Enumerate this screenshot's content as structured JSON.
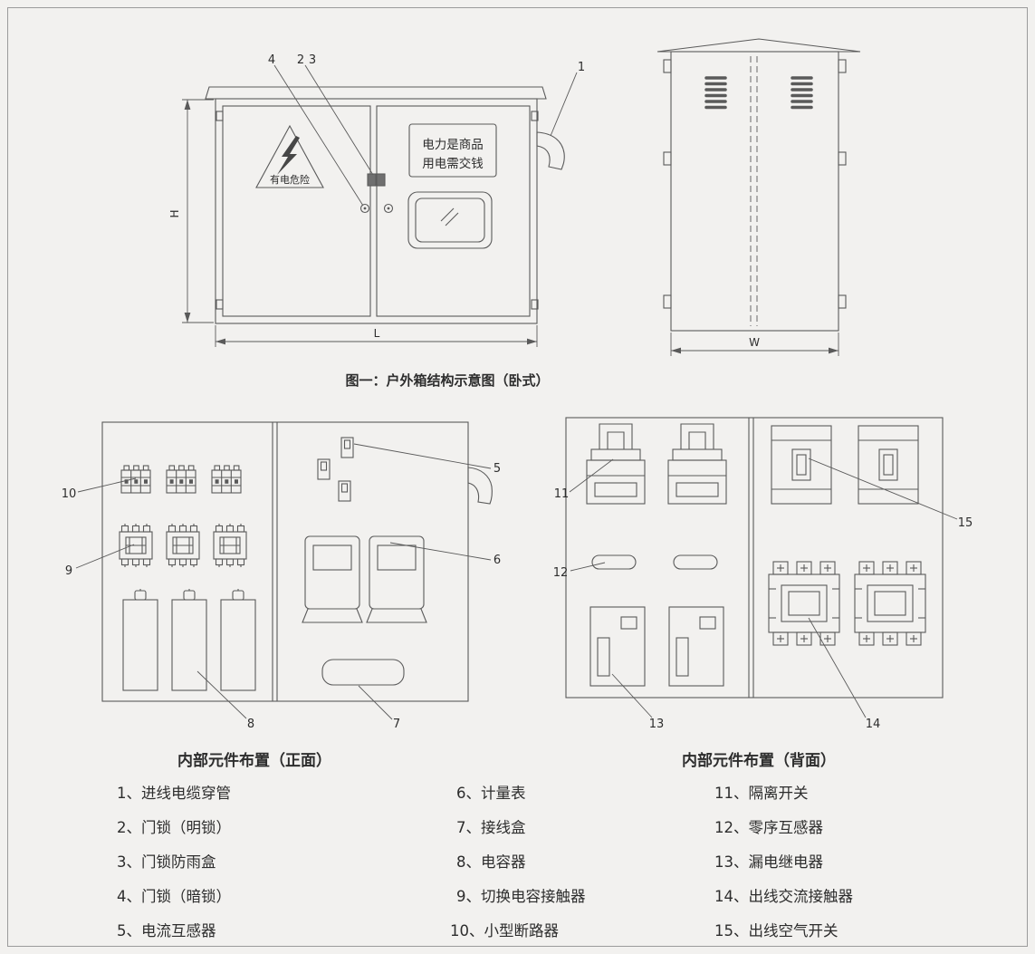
{
  "caption": "图一：户外箱结构示意图（卧式）",
  "front_view": {
    "warning_text": "有电危险",
    "notice_line1": "电力是商品",
    "notice_line2": "用电需交钱",
    "dim_height": "H",
    "dim_length": "L"
  },
  "side_view": {
    "dim_width": "W"
  },
  "callouts": {
    "n1": "1",
    "n2": "2",
    "n3": "3",
    "n4": "4",
    "n5": "5",
    "n6": "6",
    "n7": "7",
    "n8": "8",
    "n9": "9",
    "n10": "10",
    "n11": "11",
    "n12": "12",
    "n13": "13",
    "n14": "14",
    "n15": "15"
  },
  "layout_front_title": "内部元件布置（正面）",
  "layout_back_title": "内部元件布置（背面）",
  "legend": {
    "col1": [
      "1、进线电缆穿管",
      "2、门锁（明锁）",
      "3、门锁防雨盒",
      "4、门锁（暗锁）",
      "5、电流互感器"
    ],
    "col2": [
      "6、计量表",
      "7、接线盒",
      "8、电容器",
      "9、切换电容接触器",
      "10、小型断路器"
    ],
    "col3": [
      "11、隔离开关",
      "12、零序互感器",
      "13、漏电继电器",
      "14、出线交流接触器",
      "15、出线空气开关"
    ]
  },
  "colors": {
    "line": "#5a5a5a",
    "text": "#2d2d2d",
    "background": "#f2f1ef",
    "frame": "#9b9b9b"
  }
}
